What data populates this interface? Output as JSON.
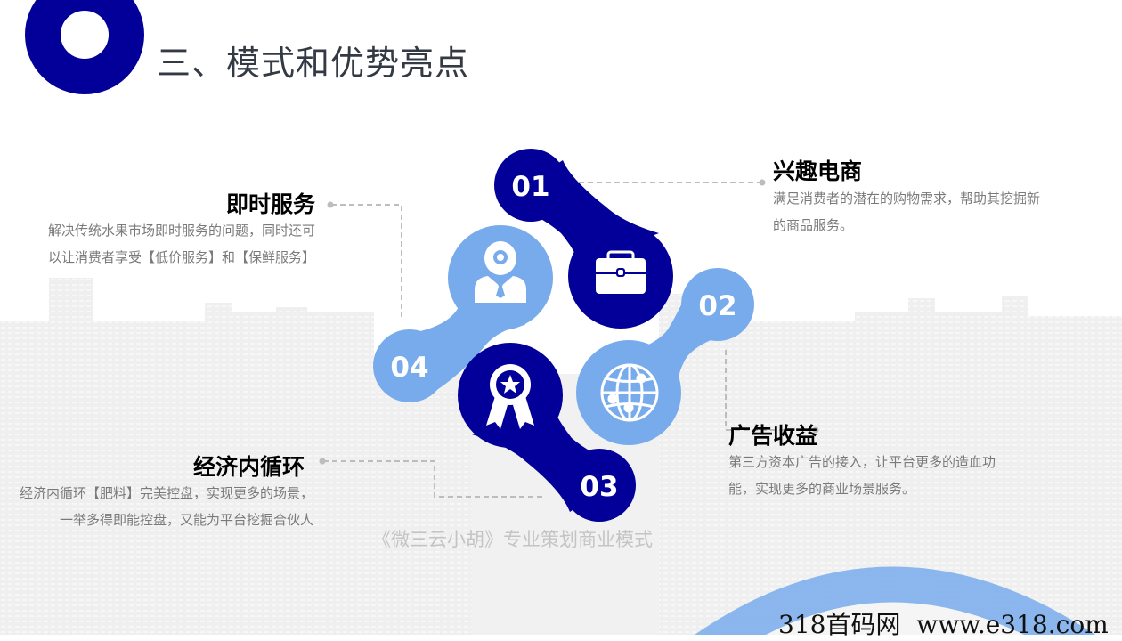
{
  "header": {
    "title": "三、模式和优势亮点"
  },
  "colors": {
    "navy": "#03009a",
    "light_blue": "#78abec",
    "text_gray": "#7a7a7a",
    "connector": "#bdbdbd"
  },
  "diagram": {
    "nodes": [
      {
        "number": "01",
        "icon": "briefcase-icon",
        "color": "navy"
      },
      {
        "number": "02",
        "icon": "globe-icon",
        "color": "light_blue"
      },
      {
        "number": "03",
        "icon": "award-badge-icon",
        "color": "navy"
      },
      {
        "number": "04",
        "icon": "person-gear-icon",
        "color": "light_blue"
      }
    ]
  },
  "blocks": [
    {
      "id": "01",
      "title": "兴趣电商",
      "lines": [
        "满足消费者的潜在的购物需求，帮助其挖掘新",
        "的商品服务。"
      ]
    },
    {
      "id": "02",
      "title": "广告收益",
      "lines": [
        "第三方资本广告的接入，让平台更多的造血功",
        "能，实现更多的商业场景服务。"
      ]
    },
    {
      "id": "03",
      "title": "经济内循环",
      "lines": [
        "经济内循环【肥料】完美控盘，实现更多的场景，",
        "一举多得即能控盘，又能为平台挖掘合伙人"
      ]
    },
    {
      "id": "04",
      "title": "即时服务",
      "lines": [
        "解决传统水果市场即时服务的问题，同时还可",
        "以让消费者享受【低价服务】和【保鲜服务】"
      ]
    }
  ],
  "tagline": "《微三云小胡》专业策划商业模式",
  "watermark": "318首码网  www.e318.com"
}
